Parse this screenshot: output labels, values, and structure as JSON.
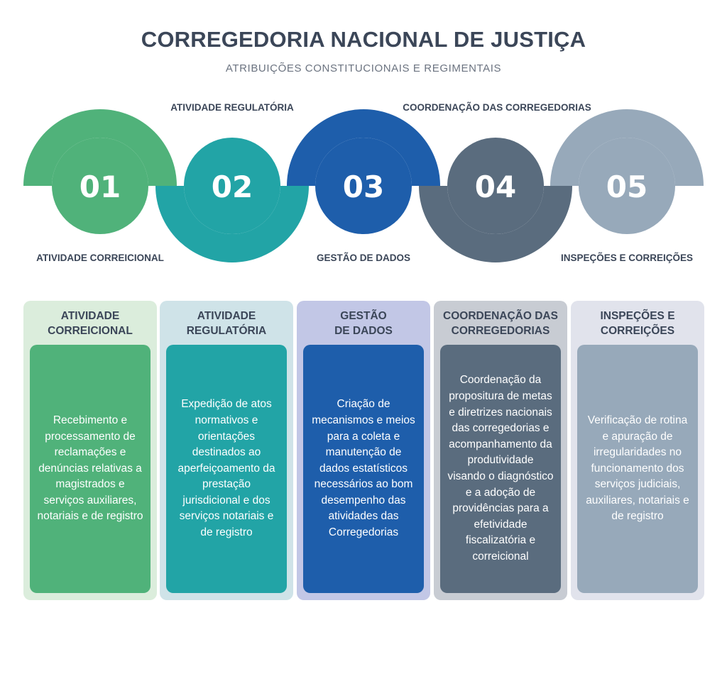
{
  "header": {
    "title": "CORREGEDORIA NACIONAL DE JUSTIÇA",
    "subtitle": "ATRIBUIÇÕES CONSTITUCIONAIS E REGIMENTAIS"
  },
  "colors": {
    "green": "#50b27a",
    "teal": "#22a4a6",
    "blue": "#1e5eab",
    "slate": "#5a6c7e",
    "grey": "#97a9ba",
    "green_bg": "#dbeddc",
    "teal_bg": "#cfe3e8",
    "blue_bg": "#c2c7e6",
    "slate_bg": "#c8ccd3",
    "grey_bg": "#e1e3ec"
  },
  "steps": [
    {
      "number": "01",
      "label": "ATIVIDADE CORREICIONAL"
    },
    {
      "number": "02",
      "label": "ATIVIDADE REGULATÓRIA"
    },
    {
      "number": "03",
      "label": "GESTÃO DE DADOS"
    },
    {
      "number": "04",
      "label": "COORDENAÇÃO DAS CORREGEDORIAS"
    },
    {
      "number": "05",
      "label": "INSPEÇÕES E CORREIÇÕES"
    }
  ],
  "columns": [
    {
      "title_line1": "ATIVIDADE",
      "title_line2": "CORREICIONAL",
      "text": "Recebimento e processamento de reclamações e denúncias relativas a magistrados e serviços auxiliares, notariais e de registro"
    },
    {
      "title_line1": "ATIVIDADE",
      "title_line2": "REGULATÓRIA",
      "text": "Expedição de atos normativos e orientações destinados ao aperfeiçoamento da prestação jurisdicional e dos serviços notariais e de registro"
    },
    {
      "title_line1": "GESTÃO",
      "title_line2": "DE DADOS",
      "text": "Criação de mecanismos e meios para a coleta e manutenção de dados estatísticos necessários ao bom desempenho das atividades das Corregedorias"
    },
    {
      "title_line1": "COORDENAÇÃO DAS",
      "title_line2": "CORREGEDORIAS",
      "text": "Coordenação da propositura de metas e diretrizes nacionais das corregedorias e acompanhamento da produtividade visando o diagnóstico e a adoção de providências para a efetividade fiscalizatória e correicional"
    },
    {
      "title_line1": "INSPEÇÕES E",
      "title_line2": "CORREIÇÕES",
      "text": "Verificação de rotina e apuração de irregularidades no funcionamento dos serviços judiciais, auxiliares, notariais e de registro"
    }
  ]
}
